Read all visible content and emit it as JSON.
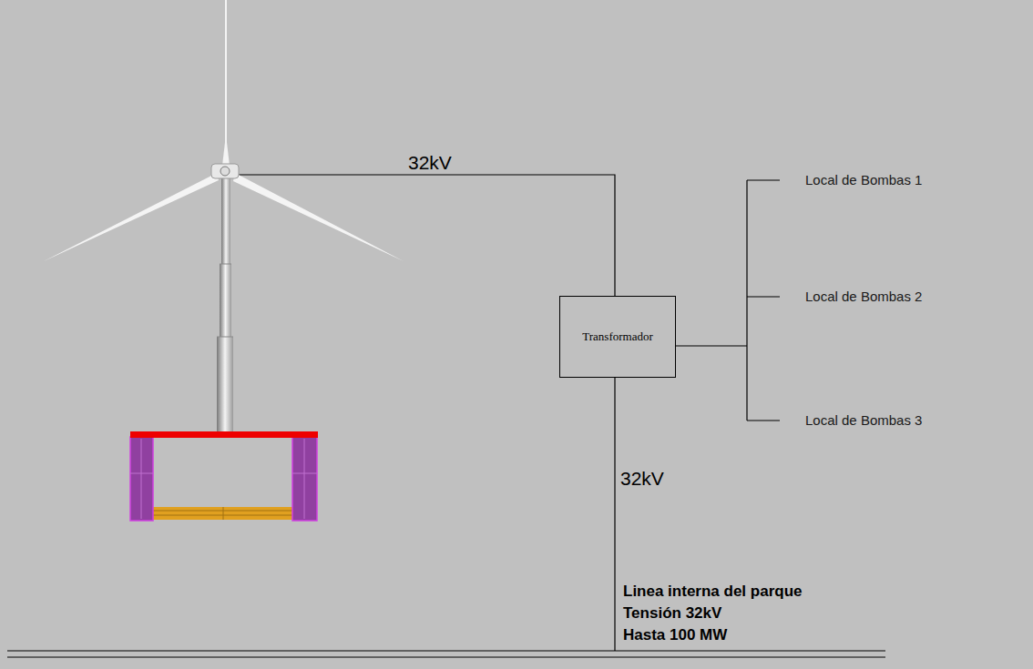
{
  "diagram": {
    "nodes": [
      {
        "text": [
          "Transformador"
        ]
      }
    ],
    "labels": [
      "32kV",
      "Local de Bombas 1",
      "Local de Bombas 2",
      "Local de Bombas 3",
      "32kV",
      "Linea interna del parque",
      "Tensión 32kV",
      "Hasta 100 MW"
    ]
  }
}
